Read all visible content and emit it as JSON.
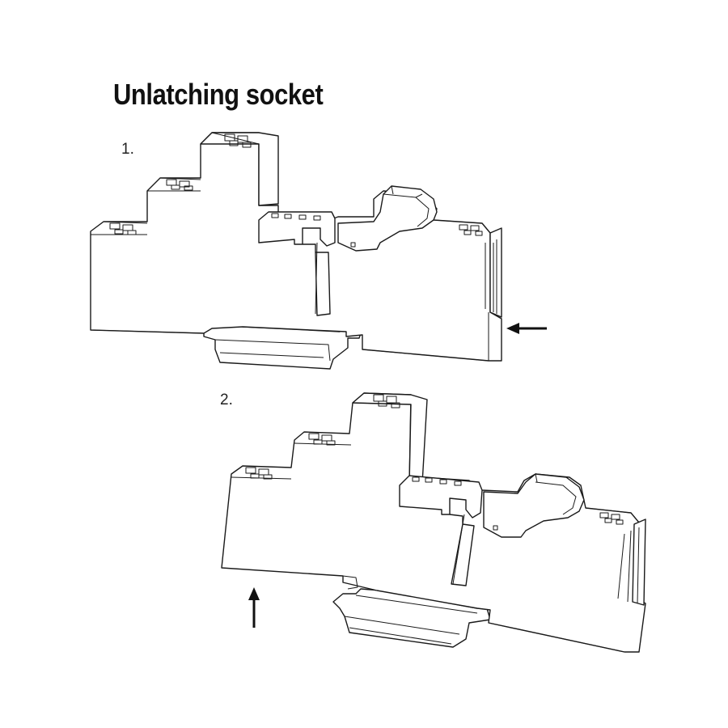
{
  "title": "Unlatching socket",
  "steps": [
    {
      "label": "1.",
      "arrow_direction": "left"
    },
    {
      "label": "2.",
      "arrow_direction": "up"
    }
  ]
}
